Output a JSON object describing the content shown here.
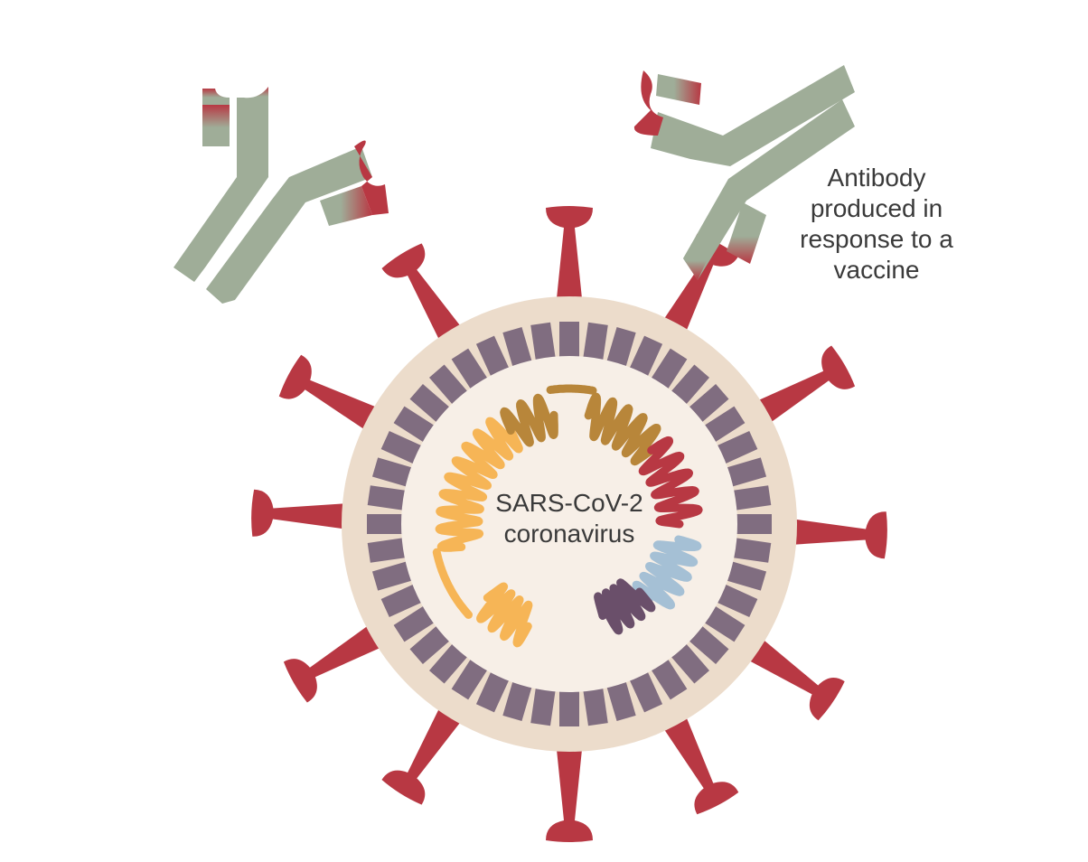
{
  "labels": {
    "antibody": [
      "Antibody",
      "produced in",
      "response to a",
      "vaccine"
    ],
    "virus": [
      "SARS-CoV-2",
      "coronavirus"
    ]
  },
  "colors": {
    "spike": "#b83843",
    "antibody_green": "#9fad98",
    "antibody_red": "#b83843",
    "envelope": "#ecdccb",
    "envelope_core": "#f7efe7",
    "membrane_protein": "#806d80",
    "rna_orange": "#f6b556",
    "rna_brown": "#b8863a",
    "rna_red": "#b83843",
    "rna_blue": "#a5c0d5",
    "rna_purple": "#6a4f6a"
  },
  "icons": {
    "virus": "coronavirus-particle",
    "antibody": "y-shaped-antibody"
  }
}
